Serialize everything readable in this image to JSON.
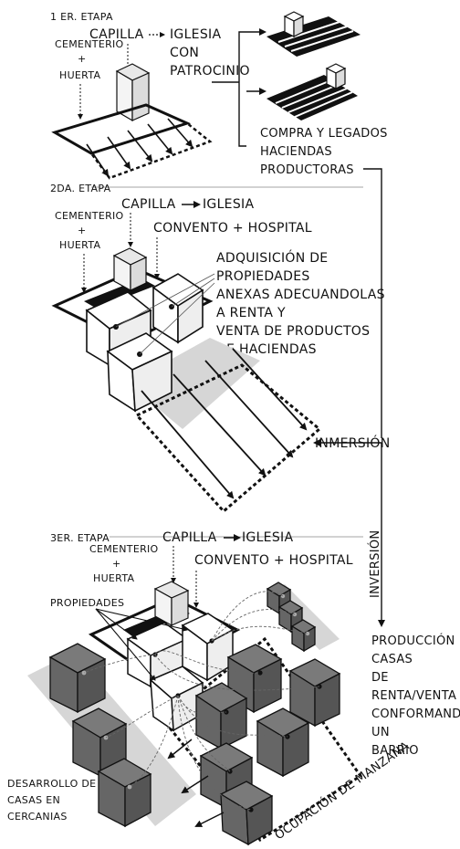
{
  "stage1": {
    "title": "1 ER. ETAPA",
    "capilla": "CAPILLA",
    "iglesia": "IGLESIA",
    "con": "CON",
    "patrocinio": "PATROCINIO",
    "cementerio": "CEMENTERIO",
    "plus": "+",
    "huerta": "HUERTA",
    "compra_1": "COMPRA Y LEGADOS",
    "compra_2": "HACIENDAS",
    "compra_3": "PRODUCTORAS"
  },
  "stage2": {
    "title": "2DA. ETAPA",
    "capilla": "CAPILLA",
    "iglesia": "IGLESIA",
    "cementerio": "CEMENTERIO",
    "plus": "+",
    "huerta": "HUERTA",
    "convento": "CONVENTO + HOSPITAL",
    "adq_1": "ADQUISICIÓN DE",
    "adq_2": "PROPIEDADES",
    "adq_3": "ANEXAS ADECUANDOLAS",
    "adq_4": "A RENTA Y",
    "adq_5": "VENTA DE PRODUCTOS",
    "adq_6": "DE HACIENDAS",
    "inmersion": "INMERSIÓN"
  },
  "stage3": {
    "title": "3ER. ETAPA",
    "capilla": "CAPILLA",
    "iglesia": "IGLESIA",
    "cementerio": "CEMENTERIO",
    "plus": "+",
    "huerta": "HUERTA",
    "convento": "CONVENTO + HOSPITAL",
    "propiedades": "PROPIEDADES",
    "inversion": "INVERSIÓN",
    "prod_1": "PRODUCCIÓN DE",
    "prod_2": "CASAS",
    "prod_3": "DE",
    "prod_4": "RENTA/VENTA",
    "prod_5": "CONFORMANDO",
    "prod_6": "UN",
    "prod_7": "BARRIO",
    "des_1": "DESARROLLO DE",
    "des_2": "CASAS EN",
    "des_3": "CERCANIAS",
    "ocupacion": "OCUPACIÓN DE MANZANA"
  }
}
